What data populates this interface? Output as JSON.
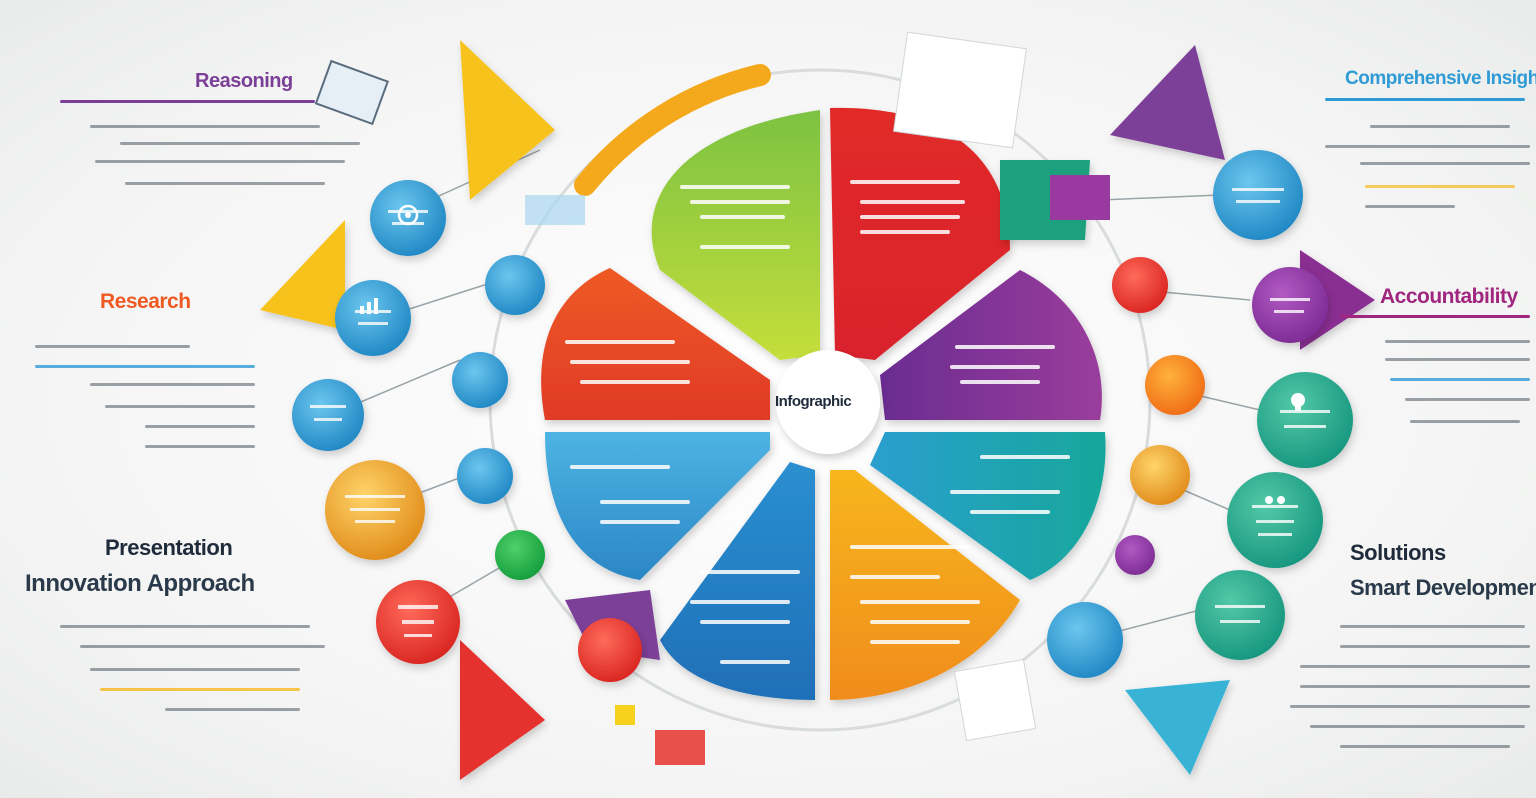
{
  "labels": {
    "center": "Infographic",
    "top_left_heading": "Reasoning",
    "left_heading": "Research",
    "bottom_left_heading_1": "Presentation",
    "bottom_left_heading_2": "Innovation Approach",
    "top_right_heading": "Comprehensive Insights",
    "right_heading": "Accountability",
    "bottom_right_heading_1": "Solutions",
    "bottom_right_heading_2": "Smart Development"
  },
  "colors": {
    "red": "#e5322d",
    "orange": "#ef5a23",
    "yellow": "#f6b81b",
    "lime": "#8cc63f",
    "blue": "#2e9bd6",
    "teal": "#1aa8a0",
    "purple": "#7c3f98",
    "green": "#2fae6a",
    "magenta": "#a0267f"
  },
  "icons": [
    "gear-icon",
    "chart-icon",
    "lightbulb-icon",
    "people-icon"
  ]
}
